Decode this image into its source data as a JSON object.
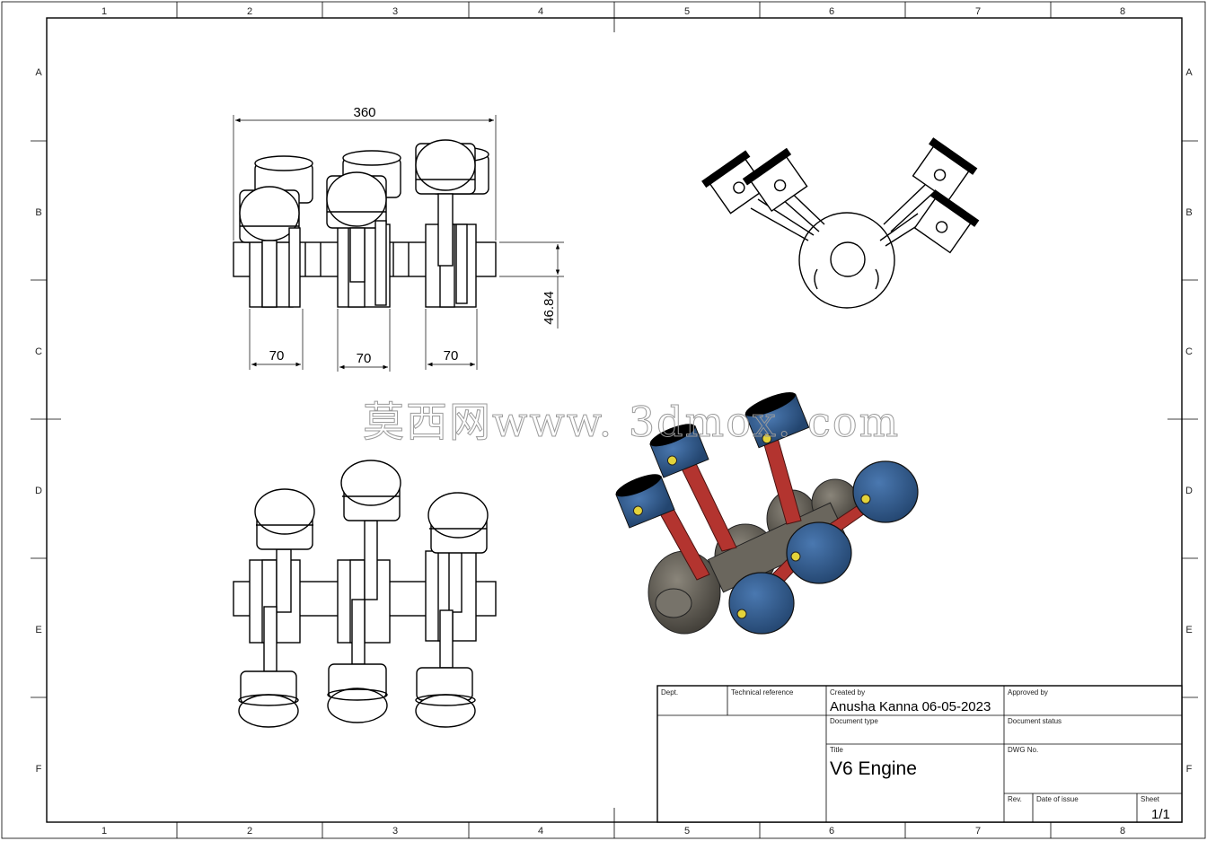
{
  "zones": {
    "columns": [
      "1",
      "2",
      "3",
      "4",
      "5",
      "6",
      "7",
      "8"
    ],
    "rows": [
      "A",
      "B",
      "C",
      "D",
      "E",
      "F"
    ]
  },
  "dimensions": {
    "overall_width": "360",
    "spacing_1": "70",
    "spacing_2": "70",
    "spacing_3": "70",
    "height": "46.84"
  },
  "watermark": "莫西网www. 3dmox. com",
  "title_block": {
    "dept_label": "Dept.",
    "tech_ref_label": "Technical reference",
    "created_by_label": "Created by",
    "created_by_value": "Anusha Kanna 06-05-2023",
    "approved_by_label": "Approved by",
    "doc_type_label": "Document type",
    "doc_status_label": "Document status",
    "title_label": "Title",
    "title_value": "V6 Engine",
    "dwg_no_label": "DWG No.",
    "rev_label": "Rev.",
    "date_label": "Date of issue",
    "sheet_label": "Sheet",
    "sheet_value": "1/1"
  },
  "colors": {
    "piston_blue": "#2f5a8f",
    "rod_red": "#b3342f",
    "crank_gray": "#5e5a52",
    "pin_yellow": "#e3d33a"
  }
}
